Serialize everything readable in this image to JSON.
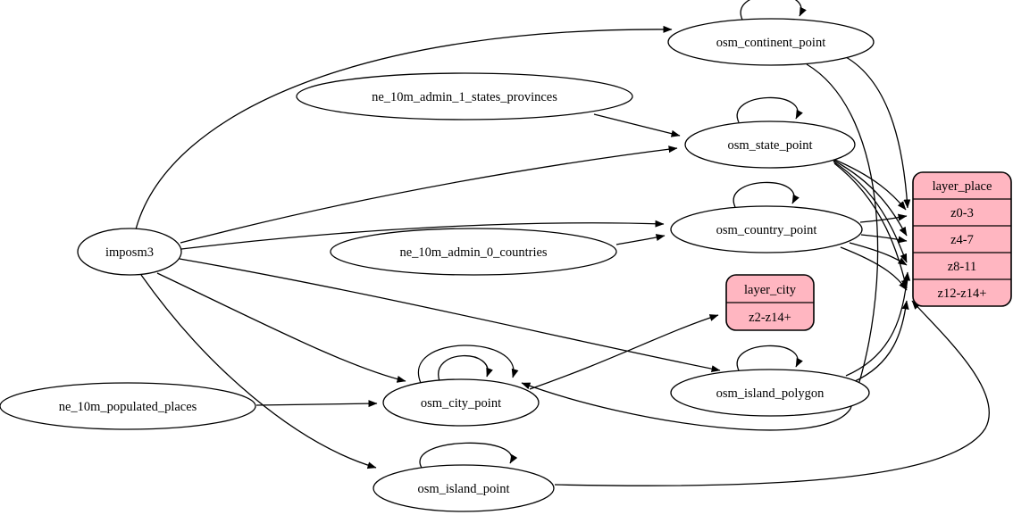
{
  "diagram_type": "graphviz-etl-dependency-graph",
  "colors": {
    "background": "#ffffff",
    "node_fill": "#ffffff",
    "edge_stroke": "#000000",
    "record_fill": "#ffb6c1"
  },
  "nodes": {
    "imposm3": "imposm3",
    "ne_10m_admin_1_states_provinces": "ne_10m_admin_1_states_provinces",
    "ne_10m_admin_0_countries": "ne_10m_admin_0_countries",
    "ne_10m_populated_places": "ne_10m_populated_places",
    "osm_continent_point": "osm_continent_point",
    "osm_state_point": "osm_state_point",
    "osm_country_point": "osm_country_point",
    "osm_city_point": "osm_city_point",
    "osm_island_polygon": "osm_island_polygon",
    "osm_island_point": "osm_island_point"
  },
  "records": {
    "layer_place": {
      "title": "layer_place",
      "rows": [
        "z0-3",
        "z4-7",
        "z8-11",
        "z12-z14+"
      ]
    },
    "layer_city": {
      "title": "layer_city",
      "rows": [
        "z2-z14+"
      ]
    }
  },
  "edges": [
    {
      "from": "imposm3",
      "to": "osm_continent_point",
      "type": "flow"
    },
    {
      "from": "imposm3",
      "to": "osm_state_point",
      "type": "flow"
    },
    {
      "from": "imposm3",
      "to": "osm_country_point",
      "type": "flow"
    },
    {
      "from": "imposm3",
      "to": "osm_city_point",
      "type": "flow"
    },
    {
      "from": "imposm3",
      "to": "osm_island_polygon",
      "type": "flow"
    },
    {
      "from": "imposm3",
      "to": "osm_island_point",
      "type": "flow"
    },
    {
      "from": "ne_10m_admin_1_states_provinces",
      "to": "osm_state_point",
      "type": "flow"
    },
    {
      "from": "ne_10m_admin_0_countries",
      "to": "osm_country_point",
      "type": "flow"
    },
    {
      "from": "ne_10m_populated_places",
      "to": "osm_city_point",
      "type": "flow"
    },
    {
      "from": "osm_continent_point",
      "to": "osm_continent_point",
      "type": "self-loop"
    },
    {
      "from": "osm_state_point",
      "to": "osm_state_point",
      "type": "self-loop"
    },
    {
      "from": "osm_country_point",
      "to": "osm_country_point",
      "type": "self-loop"
    },
    {
      "from": "osm_city_point",
      "to": "osm_city_point",
      "type": "self-loop"
    },
    {
      "from": "osm_city_point",
      "to": "osm_city_point",
      "type": "self-loop"
    },
    {
      "from": "osm_island_polygon",
      "to": "osm_island_polygon",
      "type": "self-loop"
    },
    {
      "from": "osm_island_point",
      "to": "osm_island_point",
      "type": "self-loop"
    },
    {
      "from": "osm_continent_point",
      "to": "layer_place:z0-3",
      "type": "flow"
    },
    {
      "from": "osm_continent_point",
      "to": "osm_city_point",
      "type": "flow"
    },
    {
      "from": "osm_state_point",
      "to": "layer_place:z0-3",
      "type": "flow"
    },
    {
      "from": "osm_state_point",
      "to": "layer_place:z4-7",
      "type": "flow"
    },
    {
      "from": "osm_state_point",
      "to": "layer_place:z8-11",
      "type": "flow"
    },
    {
      "from": "osm_state_point",
      "to": "layer_place:z12-z14+",
      "type": "flow"
    },
    {
      "from": "osm_country_point",
      "to": "layer_place:z0-3",
      "type": "flow"
    },
    {
      "from": "osm_country_point",
      "to": "layer_place:z4-7",
      "type": "flow"
    },
    {
      "from": "osm_country_point",
      "to": "layer_place:z8-11",
      "type": "flow"
    },
    {
      "from": "osm_country_point",
      "to": "layer_place:z12-z14+",
      "type": "flow"
    },
    {
      "from": "osm_city_point",
      "to": "layer_city:z2-z14+",
      "type": "flow"
    },
    {
      "from": "osm_island_polygon",
      "to": "layer_place:z8-11",
      "type": "flow"
    },
    {
      "from": "osm_island_polygon",
      "to": "layer_place:z12-z14+",
      "type": "flow"
    },
    {
      "from": "osm_island_point",
      "to": "layer_place:z12-z14+",
      "type": "flow"
    }
  ]
}
